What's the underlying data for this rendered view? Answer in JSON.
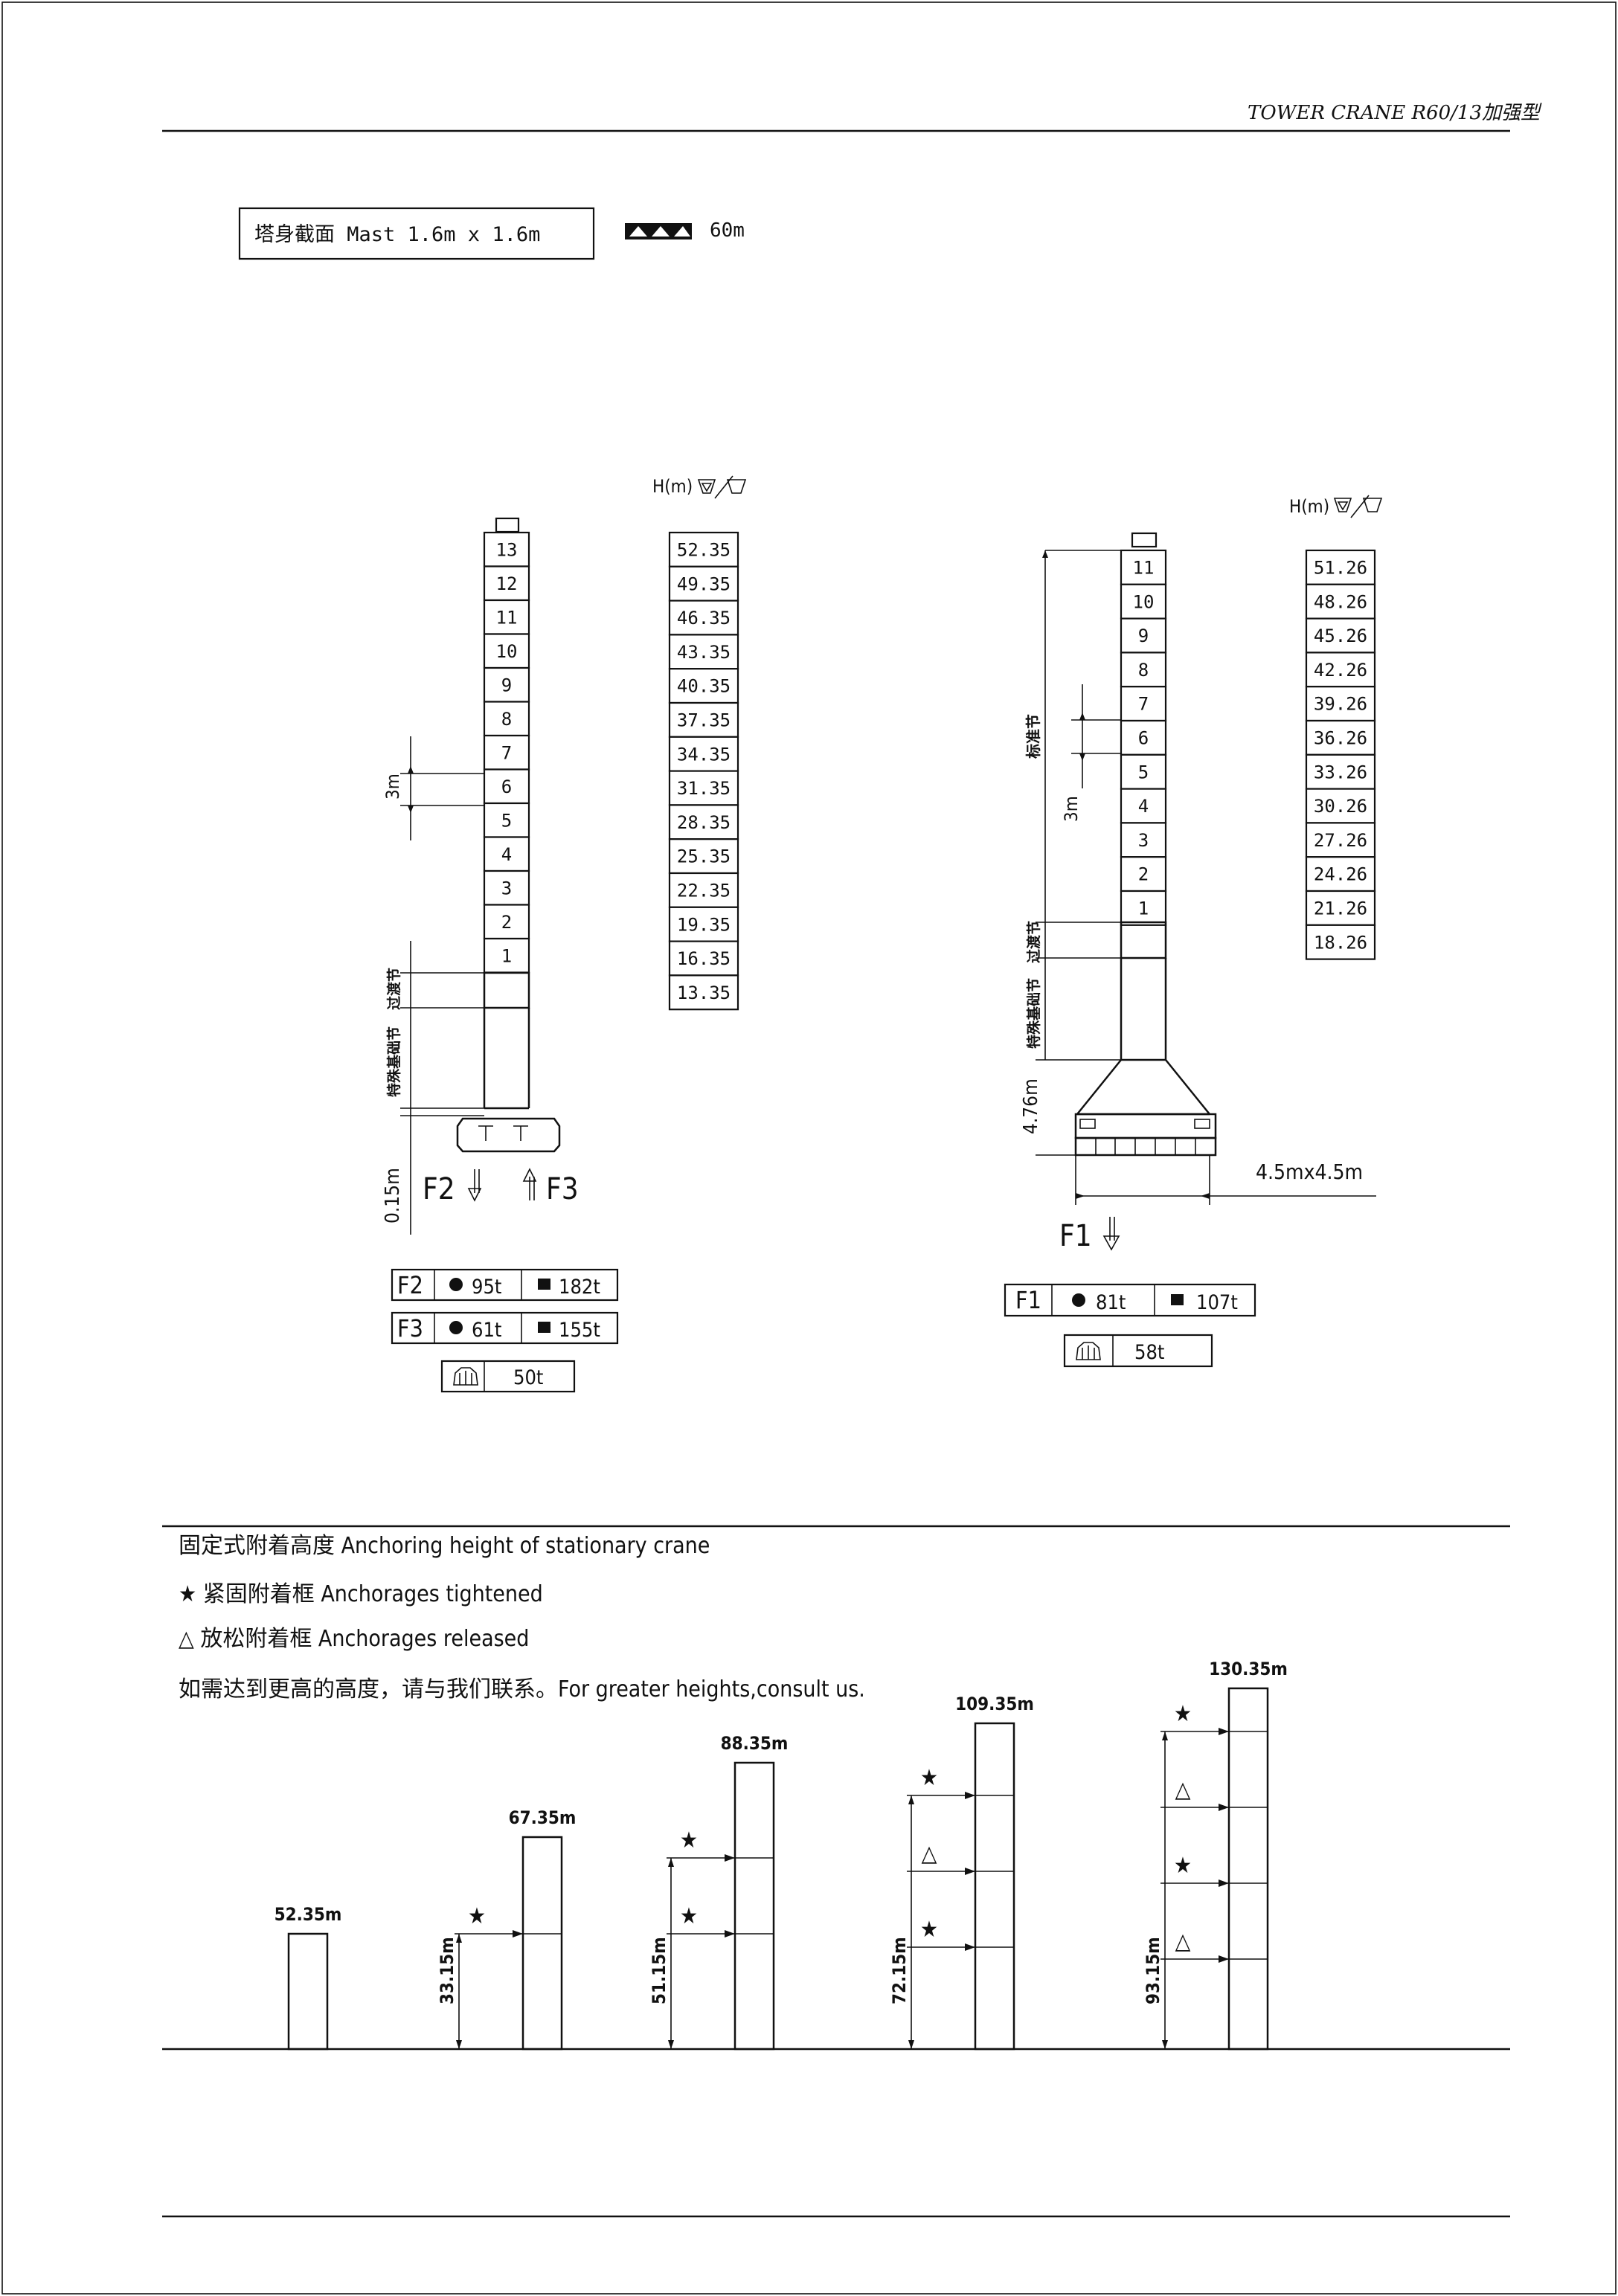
{
  "header": {
    "title": "TOWER CRANE R60/13加强型"
  },
  "mast_info": {
    "label": "塔身截面 Mast 1.6m x 1.6m",
    "jib_length": "60m"
  },
  "left_crane": {
    "heights_header": "H(m)",
    "sections": [
      "13",
      "12",
      "11",
      "10",
      "9",
      "8",
      "7",
      "6",
      "5",
      "4",
      "3",
      "2",
      "1"
    ],
    "heights": [
      "52.35",
      "49.35",
      "46.35",
      "43.35",
      "40.35",
      "37.35",
      "34.35",
      "31.35",
      "28.35",
      "25.35",
      "22.35",
      "19.35",
      "16.35",
      "13.35"
    ],
    "dim_section": "3m",
    "dim_transition": "过渡节",
    "dim_base": "特殊基础节",
    "dim_bottom": "0.15m",
    "force_labels": {
      "f2": "F2",
      "f3": "F3"
    },
    "loads": [
      {
        "label": "F2",
        "a": "95t",
        "b": "182t"
      },
      {
        "label": "F3",
        "a": "61t",
        "b": "155t"
      }
    ],
    "ballast": "50t"
  },
  "right_crane": {
    "heights_header": "H(m)",
    "sections": [
      "11",
      "10",
      "9",
      "8",
      "7",
      "6",
      "5",
      "4",
      "3",
      "2",
      "1"
    ],
    "heights": [
      "51.26",
      "48.26",
      "45.26",
      "42.26",
      "39.26",
      "36.26",
      "33.26",
      "30.26",
      "27.26",
      "24.26",
      "21.26",
      "18.26"
    ],
    "dim_standard": "标准节",
    "dim_section": "3m",
    "dim_transition": "过渡节",
    "dim_base": "特殊基础节",
    "dim_chassis": "4.76m",
    "dim_base_size": "4.5mx4.5m",
    "force_label": "F1",
    "loads": [
      {
        "label": "F1",
        "a": "81t",
        "b": "107t"
      }
    ],
    "ballast": "58t"
  },
  "anchoring": {
    "title": "固定式附着高度 Anchoring height of stationary crane",
    "legend_tightened": "★ 紧固附着框    Anchorages tightened",
    "legend_released": "△ 放松附着框    Anchorages released",
    "note": "如需达到更高的高度，请与我们联系。For greater heights,consult us.",
    "columns": [
      {
        "top_label": "52.35m",
        "dim_label": "",
        "markers": []
      },
      {
        "top_label": "67.35m",
        "dim_label": "33.15m",
        "markers": [
          "★"
        ]
      },
      {
        "top_label": "88.35m",
        "dim_label": "51.15m",
        "markers": [
          "★",
          "★"
        ]
      },
      {
        "top_label": "109.35m",
        "dim_label": "72.15m",
        "markers": [
          "★",
          "△",
          "★"
        ]
      },
      {
        "top_label": "130.35m",
        "dim_label": "93.15m",
        "markers": [
          "★",
          "△",
          "★",
          "△"
        ]
      }
    ]
  }
}
